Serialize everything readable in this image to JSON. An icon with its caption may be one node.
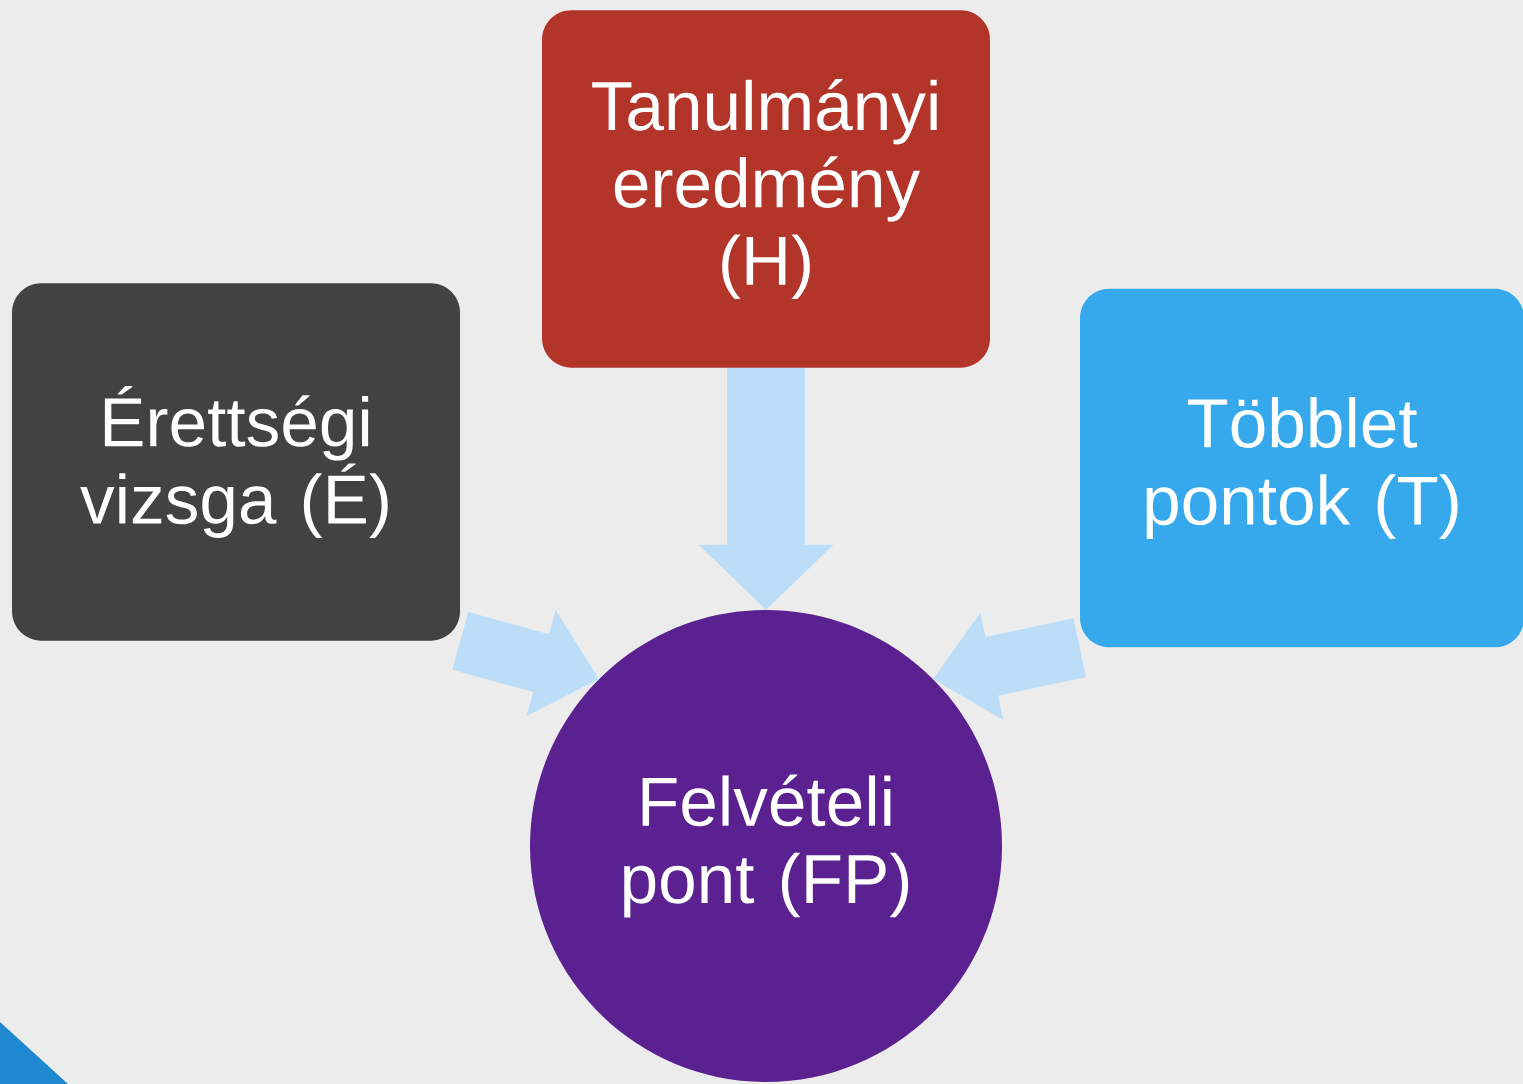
{
  "diagram": {
    "nodes": [
      {
        "text": [
          "Tanulmányi eredmény (H)"
        ]
      },
      {
        "text": [
          "Érettségi vizsga (É)"
        ]
      },
      {
        "text": [
          "Többlet pontok (T)"
        ]
      },
      {
        "text": [
          "Felvételi pont (FP)"
        ]
      }
    ],
    "edges": [
      {
        "from": 0,
        "to": 3,
        "arrow": "to"
      },
      {
        "from": 1,
        "to": 3,
        "arrow": "to"
      },
      {
        "from": 2,
        "to": 3,
        "arrow": "to"
      }
    ]
  }
}
